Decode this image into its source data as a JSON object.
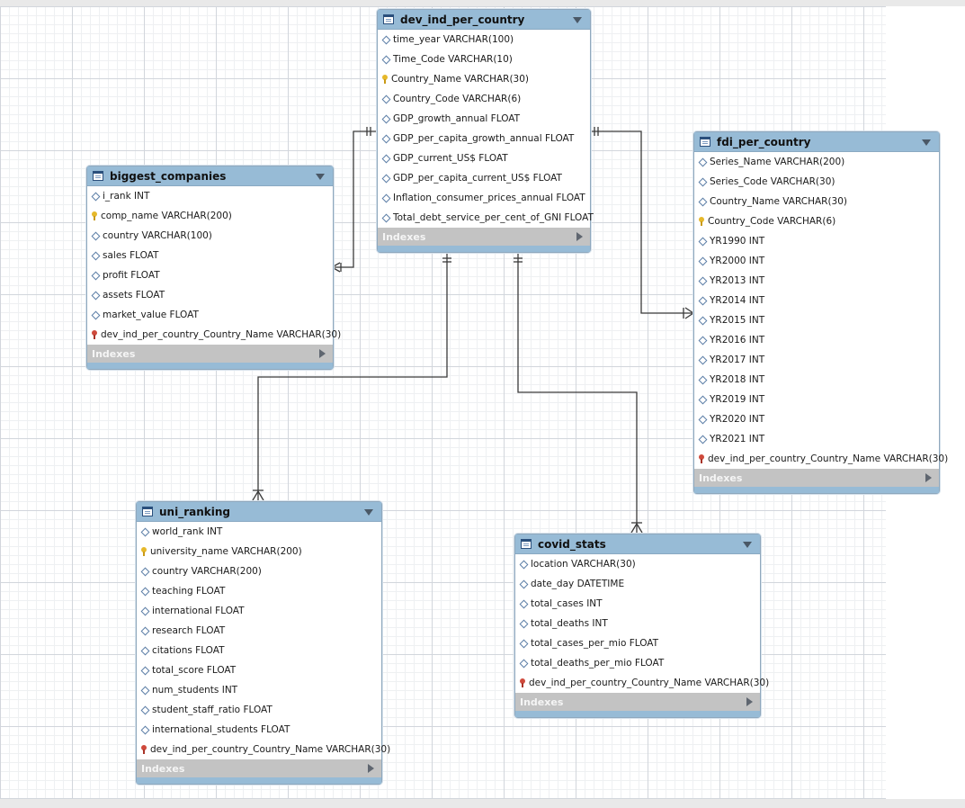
{
  "entities": {
    "dev_ind": {
      "title": "dev_ind_per_country",
      "columns": [
        {
          "text": "time_year VARCHAR(100)",
          "key": "attr"
        },
        {
          "text": "Time_Code VARCHAR(10)",
          "key": "attr"
        },
        {
          "text": "Country_Name VARCHAR(30)",
          "key": "pk"
        },
        {
          "text": "Country_Code VARCHAR(6)",
          "key": "attr"
        },
        {
          "text": "GDP_growth_annual FLOAT",
          "key": "attr"
        },
        {
          "text": "GDP_per_capita_growth_annual FLOAT",
          "key": "attr"
        },
        {
          "text": "GDP_current_US$ FLOAT",
          "key": "attr"
        },
        {
          "text": "GDP_per_capita_current_US$ FLOAT",
          "key": "attr"
        },
        {
          "text": "Inflation_consumer_prices_annual FLOAT",
          "key": "attr"
        },
        {
          "text": "Total_debt_service_per_cent_of_GNI FLOAT",
          "key": "attr"
        }
      ],
      "indexes_label": "Indexes"
    },
    "biggest": {
      "title": "biggest_companies",
      "columns": [
        {
          "text": "i_rank INT",
          "key": "attr"
        },
        {
          "text": "comp_name VARCHAR(200)",
          "key": "pk"
        },
        {
          "text": "country VARCHAR(100)",
          "key": "attr"
        },
        {
          "text": "sales FLOAT",
          "key": "attr"
        },
        {
          "text": "profit FLOAT",
          "key": "attr"
        },
        {
          "text": "assets FLOAT",
          "key": "attr"
        },
        {
          "text": "market_value FLOAT",
          "key": "attr"
        },
        {
          "text": "dev_ind_per_country_Country_Name VARCHAR(30)",
          "key": "fk"
        }
      ],
      "indexes_label": "Indexes"
    },
    "fdi": {
      "title": "fdi_per_country",
      "columns": [
        {
          "text": "Series_Name VARCHAR(200)",
          "key": "attr"
        },
        {
          "text": "Series_Code VARCHAR(30)",
          "key": "attr"
        },
        {
          "text": "Country_Name VARCHAR(30)",
          "key": "attr"
        },
        {
          "text": "Country_Code VARCHAR(6)",
          "key": "pk"
        },
        {
          "text": "YR1990 INT",
          "key": "attr"
        },
        {
          "text": "YR2000 INT",
          "key": "attr"
        },
        {
          "text": "YR2013 INT",
          "key": "attr"
        },
        {
          "text": "YR2014 INT",
          "key": "attr"
        },
        {
          "text": "YR2015 INT",
          "key": "attr"
        },
        {
          "text": "YR2016 INT",
          "key": "attr"
        },
        {
          "text": "YR2017 INT",
          "key": "attr"
        },
        {
          "text": "YR2018 INT",
          "key": "attr"
        },
        {
          "text": "YR2019 INT",
          "key": "attr"
        },
        {
          "text": "YR2020 INT",
          "key": "attr"
        },
        {
          "text": "YR2021 INT",
          "key": "attr"
        },
        {
          "text": "dev_ind_per_country_Country_Name VARCHAR(30)",
          "key": "fk"
        }
      ],
      "indexes_label": "Indexes"
    },
    "uni": {
      "title": "uni_ranking",
      "columns": [
        {
          "text": "world_rank INT",
          "key": "attr"
        },
        {
          "text": "university_name VARCHAR(200)",
          "key": "pk"
        },
        {
          "text": "country VARCHAR(200)",
          "key": "attr"
        },
        {
          "text": "teaching FLOAT",
          "key": "attr"
        },
        {
          "text": "international FLOAT",
          "key": "attr"
        },
        {
          "text": "research FLOAT",
          "key": "attr"
        },
        {
          "text": "citations FLOAT",
          "key": "attr"
        },
        {
          "text": "total_score FLOAT",
          "key": "attr"
        },
        {
          "text": "num_students INT",
          "key": "attr"
        },
        {
          "text": "student_staff_ratio FLOAT",
          "key": "attr"
        },
        {
          "text": "international_students FLOAT",
          "key": "attr"
        },
        {
          "text": "dev_ind_per_country_Country_Name VARCHAR(30)",
          "key": "fk"
        }
      ],
      "indexes_label": "Indexes"
    },
    "covid": {
      "title": "covid_stats",
      "columns": [
        {
          "text": "location VARCHAR(30)",
          "key": "attr"
        },
        {
          "text": "date_day DATETIME",
          "key": "attr"
        },
        {
          "text": "total_cases INT",
          "key": "attr"
        },
        {
          "text": "total_deaths INT",
          "key": "attr"
        },
        {
          "text": "total_cases_per_mio FLOAT",
          "key": "attr"
        },
        {
          "text": "total_deaths_per_mio FLOAT",
          "key": "attr"
        },
        {
          "text": "dev_ind_per_country_Country_Name VARCHAR(30)",
          "key": "fk"
        }
      ],
      "indexes_label": "Indexes"
    }
  },
  "icons": {
    "table": "table-icon",
    "primary_key": "primary-key-icon",
    "foreign_key": "foreign-key-icon",
    "attribute": "attribute-diamond-icon",
    "collapse": "collapse-arrow-icon",
    "expand": "expand-arrow-icon"
  },
  "colors": {
    "header": "#97bbd6",
    "indexes_bar": "#c3c3c3",
    "connector": "#3a3a3a",
    "primary_key": "#e6b82a",
    "foreign_key": "#cf4a3c"
  }
}
